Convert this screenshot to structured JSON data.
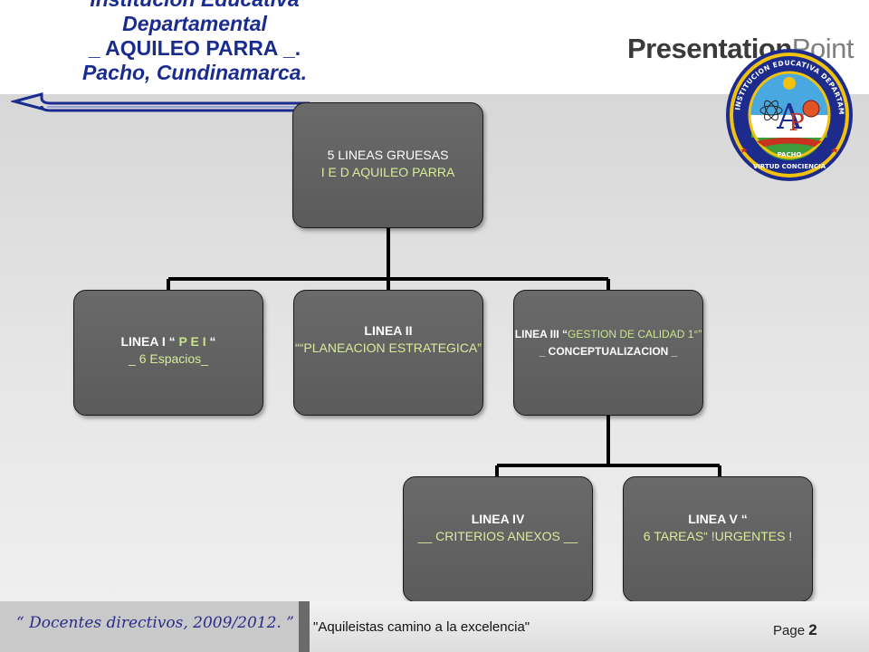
{
  "header": {
    "title_lines": [
      "Institución Educativa",
      "Departamental",
      "_ AQUILEO PARRA _.",
      "Pacho, Cundinamarca."
    ],
    "brand_bold": "Presentation",
    "brand_light": "Point"
  },
  "logo": {
    "ring_text": "INSTITUCION EDUCATIVA DEPARTAMENTAL AQUILEO PARRA",
    "place": "PACHO",
    "motto": "VIRTUD CONCIENCIA",
    "colors": {
      "ring": "#1d2c8c",
      "gold": "#f1c20e",
      "sky": "#4aa8e0",
      "ground": "#3e9c3a",
      "red": "#c8321e"
    }
  },
  "org_chart": {
    "root": {
      "line1": "5 LINEAS GRUESAS",
      "line2": "I E D AQUILEO PARRA"
    },
    "linea1": {
      "title_pre": "LINEA  I  “",
      "title_hl": " P E I ",
      "title_post": "“",
      "sub": "_ 6 Espacios_"
    },
    "linea2": {
      "title": "LINEA  II",
      "sub": "““PLANEACION ESTRATEGICA”"
    },
    "linea3": {
      "title_pre": "LINEA  III “",
      "title_hl": "GESTION  DE CALIDAD  1°”",
      "sub": "_ CONCEPTUALIZACION _"
    },
    "linea4": {
      "title": "LINEA IV",
      "sub": "__ CRITERIOS ANEXOS __"
    },
    "linea5": {
      "title": "LINEA  V  “",
      "sub": "6 TAREAS“ !URGENTES !"
    }
  },
  "footer": {
    "left_text": "“ Docentes directivos, 2009/2012. ”",
    "motto": "\"Aquileistas camino a la excelencia\"",
    "page_label": "Page",
    "page_number": "2"
  }
}
